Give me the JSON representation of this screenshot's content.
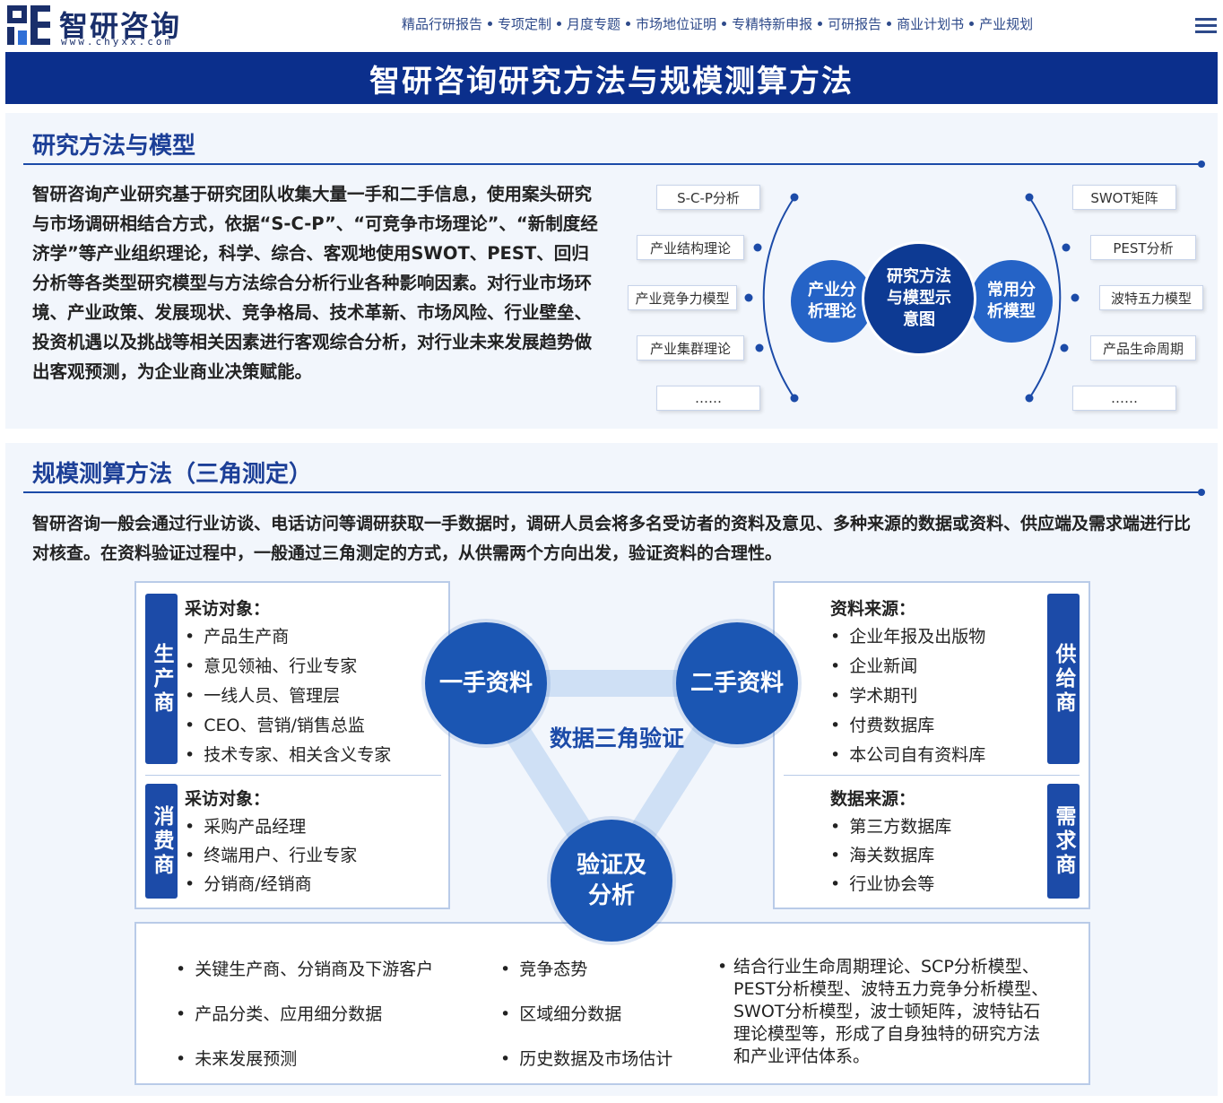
{
  "header": {
    "brand_name": "智研咨询",
    "brand_url": "www.chyxx.com",
    "nav": [
      "精品行研报告",
      "专项定制",
      "月度专题",
      "市场地位证明",
      "专精特新申报",
      "可研报告",
      "商业计划书",
      "产业规划"
    ],
    "title": "智研咨询研究方法与规模测算方法"
  },
  "section1": {
    "title": "研究方法与模型",
    "paragraph": "智研咨询产业研究基于研究团队收集大量一手和二手信息，使用案头研究与市场调研相结合方式，依据“S-C-P”、“可竞争市场理论”、“新制度经济学”等产业组织理论，科学、综合、客观地使用SWOT、PEST、回归分析等各类型研究模型与方法综合分析行业各种影响因素。对行业市场环境、产业政策、发展现状、竞争格局、技术革新、市场风险、行业壁垒、投资机遇以及挑战等相关因素进行客观综合分析，对行业未来发展趋势做出客观预测，为企业商业决策赋能。",
    "left_tags": [
      "S-C-P分析",
      "产业结构理论",
      "产业竞争力模型",
      "产业集群理论",
      "……"
    ],
    "right_tags": [
      "SWOT矩阵",
      "PEST分析",
      "波特五力模型",
      "产品生命周期",
      "……"
    ],
    "circle_left": "产业分析理论",
    "circle_center": "研究方法与模型示意图",
    "circle_right": "常用分析模型"
  },
  "section2": {
    "title": "规模测算方法（三角测定）",
    "paragraph": "智研咨询一般会通过行业访谈、电话访问等调研获取一手数据时，调研人员会将多名受访者的资料及意见、多种来源的数据或资料、供应端及需求端进行比对核查。在资料验证过程中，一般通过三角测定的方式，从供需两个方向出发，验证资料的合理性。",
    "producer": {
      "label": "生产商",
      "head": "采访对象：",
      "items": [
        "产品生产商",
        "意见领袖、行业专家",
        "一线人员、管理层",
        "CEO、营销/销售总监",
        "技术专家、相关含义专家"
      ]
    },
    "consumer": {
      "label": "消费商",
      "head": "采访对象：",
      "items": [
        "采购产品经理",
        "终端用户、行业专家",
        "分销商/经销商"
      ]
    },
    "supplier": {
      "label": "供给商",
      "head": "资料来源：",
      "items": [
        "企业年报及出版物",
        "企业新闻",
        "学术期刊",
        "付费数据库",
        "本公司自有资料库"
      ]
    },
    "demand": {
      "label": "需求商",
      "head": "数据来源：",
      "items": [
        "第三方数据库",
        "海关数据库",
        "行业协会等"
      ]
    },
    "circle_primary": "一手资料",
    "circle_secondary": "二手资料",
    "circle_verify": "验证及分析",
    "center_label": "数据三角验证",
    "bottom_col1": [
      "关键生产商、分销商及下游客户",
      "产品分类、应用细分数据",
      "未来发展预测"
    ],
    "bottom_col2": [
      "竞争态势",
      "区域细分数据",
      "历史数据及市场估计"
    ],
    "bottom_col3": "结合行业生命周期理论、SCP分析模型、PEST分析模型、波特五力竞争分析模型、SWOT分析模型，波士顿矩阵，波特钻石理论模型等，形成了自身独特的研究方法和产业评估体系。"
  },
  "colors": {
    "primary": "#0b2f8c",
    "accent": "#1b56b3",
    "section_bg": "#f2f6fc"
  }
}
